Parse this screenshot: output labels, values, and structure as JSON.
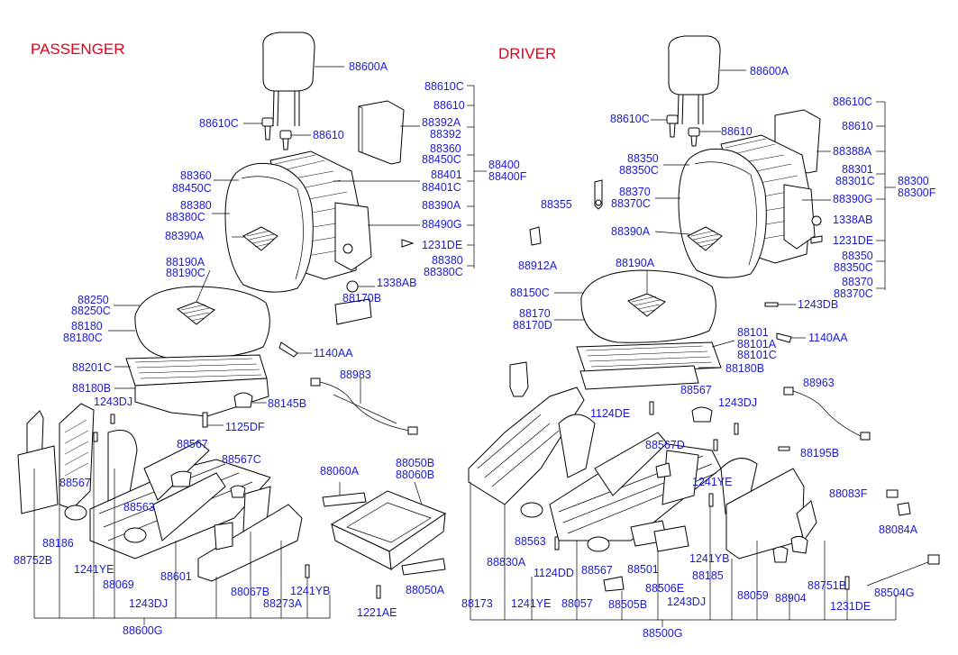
{
  "sections": {
    "passenger": "PASSENGER",
    "driver": "DRIVER"
  },
  "passenger_labels": {
    "p_88600A": "88600A",
    "p_88610C_top": "88610C",
    "p_88610_top": "88610",
    "p_88392A": "88392A",
    "p_88392": "88392",
    "p_88360_r": "88360",
    "p_88450C_r": "88450C",
    "p_88401": "88401",
    "p_88401C": "88401C",
    "p_88390A_r": "88390A",
    "p_88490G": "88490G",
    "p_1231DE": "1231DE",
    "p_88380_r": "88380",
    "p_88380C_r": "88380C",
    "p_88400": "88400",
    "p_88400F": "88400F",
    "p_88610C_l": "88610C",
    "p_88610_l": "88610",
    "p_88360_l": "88360",
    "p_88450C_l": "88450C",
    "p_88380_l": "88380",
    "p_88380C_l": "88380C",
    "p_88390A_l": "88390A",
    "p_88190A": "88190A",
    "p_88190C": "88190C",
    "p_1338AB": "1338AB",
    "p_88170B": "88170B",
    "p_88250": "88250",
    "p_88250C": "88250C",
    "p_88180": "88180",
    "p_88180C": "88180C",
    "p_1140AA": "1140AA",
    "p_88201C": "88201C",
    "p_88983": "88983",
    "p_88180B": "88180B",
    "p_1243DJ_a": "1243DJ",
    "p_88145B": "88145B",
    "p_1125DF": "1125DF",
    "p_88567_a": "88567",
    "p_88567C": "88567C",
    "p_88060A": "88060A",
    "p_88050B": "88050B",
    "p_88060B": "88060B",
    "p_88567_b": "88567",
    "p_88563": "88563",
    "p_88186": "88186",
    "p_88752B": "88752B",
    "p_1241YE": "1241YE",
    "p_88069": "88069",
    "p_88601": "88601",
    "p_88067B": "88067B",
    "p_1241YB": "1241YB",
    "p_88050A": "88050A",
    "p_1243DJ_b": "1243DJ",
    "p_88273A": "88273A",
    "p_1221AE": "1221AE",
    "p_88600G": "88600G"
  },
  "driver_labels": {
    "d_88600A": "88600A",
    "d_88610C_top": "88610C",
    "d_88610_top": "88610",
    "d_88388A": "88388A",
    "d_88301": "88301",
    "d_88301C": "88301C",
    "d_88390G": "88390G",
    "d_1338AB": "1338AB",
    "d_1231DE": "1231DE",
    "d_88350_r": "88350",
    "d_88350C_r": "88350C",
    "d_88370_r": "88370",
    "d_88370C_r": "88370C",
    "d_88300": "88300",
    "d_88300F": "88300F",
    "d_88610C_l": "88610C",
    "d_88610_l": "88610",
    "d_88350_l": "88350",
    "d_88350C_l": "88350C",
    "d_88370_l": "88370",
    "d_88370C_l": "88370C",
    "d_88355": "88355",
    "d_88390A": "88390A",
    "d_88912A": "88912A",
    "d_88190A": "88190A",
    "d_88150C": "88150C",
    "d_1243DB": "1243DB",
    "d_88170": "88170",
    "d_88170D": "88170D",
    "d_88101": "88101",
    "d_88101A": "88101A",
    "d_88101C": "88101C",
    "d_1140AA": "1140AA",
    "d_88180B": "88180B",
    "d_88567_a": "88567",
    "d_1124DE": "1124DE",
    "d_1243DJ_a": "1243DJ",
    "d_88963": "88963",
    "d_88567D": "88567D",
    "d_88195B": "88195B",
    "d_1241YE_a": "1241YE",
    "d_88083F": "88083F",
    "d_88084A": "88084A",
    "d_88563": "88563",
    "d_88830A": "88830A",
    "d_1124DD": "1124DD",
    "d_88567_b": "88567",
    "d_88501": "88501",
    "d_1241YB": "1241YB",
    "d_88185": "88185",
    "d_88506E": "88506E",
    "d_88751B": "88751B",
    "d_88059": "88059",
    "d_88904": "88904",
    "d_88504G": "88504G",
    "d_1243DJ_b": "1243DJ",
    "d_88173": "88173",
    "d_1241YE_b": "1241YE",
    "d_88057": "88057",
    "d_88505B": "88505B",
    "d_1231DE_b": "1231DE",
    "d_88500G": "88500G"
  }
}
